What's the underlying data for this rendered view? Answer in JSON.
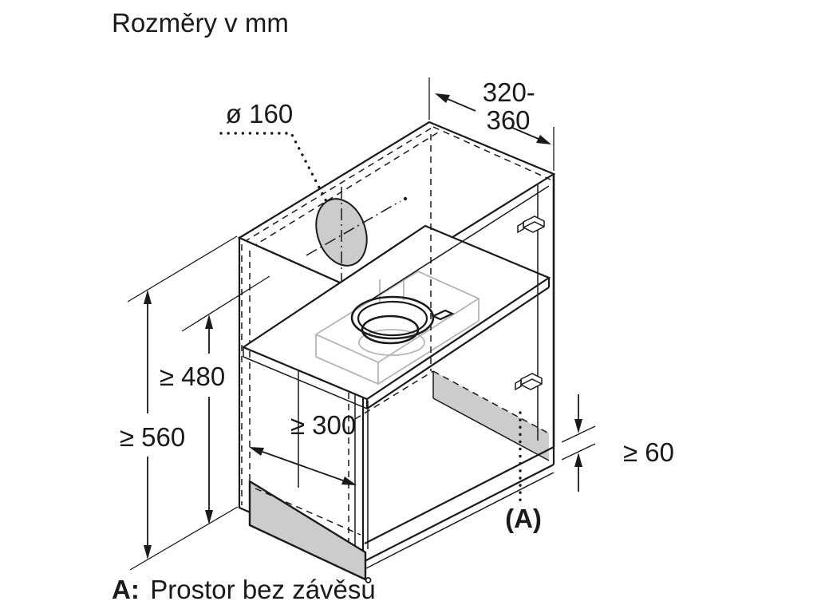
{
  "title": "Rozměry v mm",
  "labels": {
    "diameter": "ø 160",
    "depth_range_line1": "320-",
    "depth_range_line2": "360",
    "min_height_inner": "≥ 480",
    "min_height_total": "≥ 560",
    "min_depth": "≥ 300",
    "min_clearance": "≥ 60",
    "area": "(A)"
  },
  "legend": {
    "prefix": "A:",
    "text": "Prostor bez závěsů"
  },
  "colors": {
    "line": "#1a1a1a",
    "shade": "#cccccc",
    "light_gray": "#b5b5b5",
    "background": "#ffffff"
  }
}
